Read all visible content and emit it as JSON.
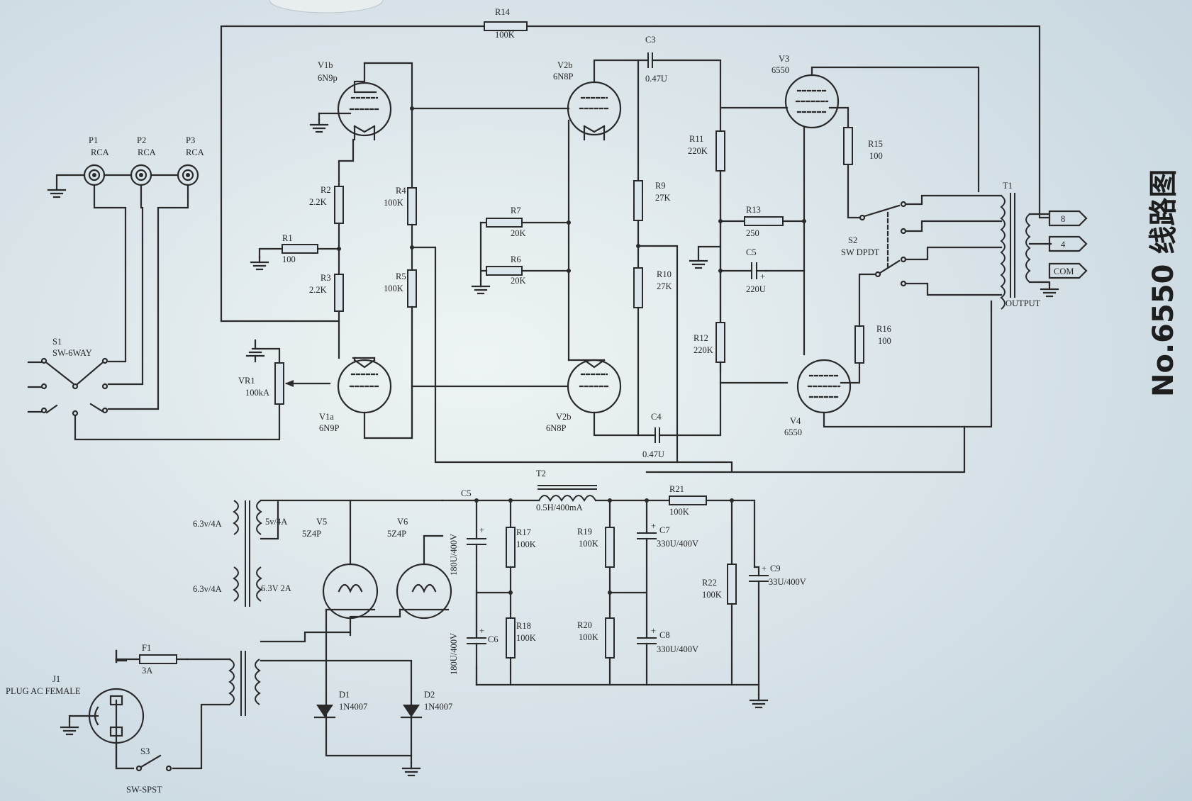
{
  "title": "No.6550 线路图",
  "components": {
    "r14": {
      "ref": "R14",
      "value": "100K"
    },
    "c3": {
      "ref": "C3",
      "value": "0.47U"
    },
    "c4": {
      "ref": "C4",
      "value": "0.47U"
    },
    "v1b": {
      "ref": "V1b",
      "type": "6N9p"
    },
    "v1a": {
      "ref": "V1a",
      "type": "6N9P"
    },
    "v2b_top": {
      "ref": "V2b",
      "type": "6N8P"
    },
    "v2b_bottom": {
      "ref": "V2b",
      "type": "6N8P"
    },
    "v3": {
      "ref": "V3",
      "type": "6550"
    },
    "v4": {
      "ref": "V4",
      "type": "6550"
    },
    "p1": {
      "ref": "P1",
      "type": "RCA"
    },
    "p2": {
      "ref": "P2",
      "type": "RCA"
    },
    "p3": {
      "ref": "P3",
      "type": "RCA"
    },
    "s1": {
      "ref": "S1",
      "type": "SW-6WAY"
    },
    "vr1": {
      "ref": "VR1",
      "value": "100kA"
    },
    "r1": {
      "ref": "R1",
      "value": "100"
    },
    "r2": {
      "ref": "R2",
      "value": "2.2K"
    },
    "r3": {
      "ref": "R3",
      "value": "2.2K"
    },
    "r4": {
      "ref": "R4",
      "value": "100K"
    },
    "r5": {
      "ref": "R5",
      "value": "100K"
    },
    "r6": {
      "ref": "R6",
      "value": "20K"
    },
    "r7": {
      "ref": "R7",
      "value": "20K"
    },
    "r9": {
      "ref": "R9",
      "value": "27K"
    },
    "r10": {
      "ref": "R10",
      "value": "27K"
    },
    "r11": {
      "ref": "R11",
      "value": "220K"
    },
    "r12": {
      "ref": "R12",
      "value": "220K"
    },
    "r13": {
      "ref": "R13",
      "value": "250"
    },
    "c5_cathode": {
      "ref": "C5",
      "value": "220U"
    },
    "r15": {
      "ref": "R15",
      "value": "100"
    },
    "r16": {
      "ref": "R16",
      "value": "100"
    },
    "s2": {
      "ref": "S2",
      "type": "SW DPDT"
    },
    "t1": {
      "ref": "T1",
      "label": "OUTPUT",
      "taps": [
        "8",
        "4",
        "COM"
      ]
    },
    "t2": {
      "ref": "T2",
      "value": "0.5H/400mA"
    },
    "c5_psu": {
      "ref": "C5",
      "value": "180U/400V"
    },
    "c6": {
      "ref": "C6",
      "value": "180U/400V"
    },
    "r17": {
      "ref": "R17",
      "value": "100K"
    },
    "r18": {
      "ref": "R18",
      "value": "100K"
    },
    "r19": {
      "ref": "R19",
      "value": "100K"
    },
    "r20": {
      "ref": "R20",
      "value": "100K"
    },
    "c7": {
      "ref": "C7",
      "value": "330U/400V"
    },
    "c8": {
      "ref": "C8",
      "value": "330U/400V"
    },
    "r21": {
      "ref": "R21",
      "value": "100K"
    },
    "r22": {
      "ref": "R22",
      "value": "100K"
    },
    "c9": {
      "ref": "C9",
      "value": "33U/400V"
    },
    "v5": {
      "ref": "V5",
      "type": "5Z4P"
    },
    "v6": {
      "ref": "V6",
      "type": "5Z4P"
    },
    "d1": {
      "ref": "D1",
      "type": "1N4007"
    },
    "d2": {
      "ref": "D2",
      "type": "1N4007"
    },
    "f1": {
      "ref": "F1",
      "value": "3A"
    },
    "j1": {
      "ref": "J1",
      "type": "PLUG AC FEMALE"
    },
    "s3": {
      "ref": "S3",
      "type": "SW-SPST"
    },
    "power_transformer": {
      "pri1": "6.3v/4A",
      "pri2": "6.3v/4A",
      "sec1": "5v/4A",
      "sec2": "6.3V 2A"
    }
  }
}
